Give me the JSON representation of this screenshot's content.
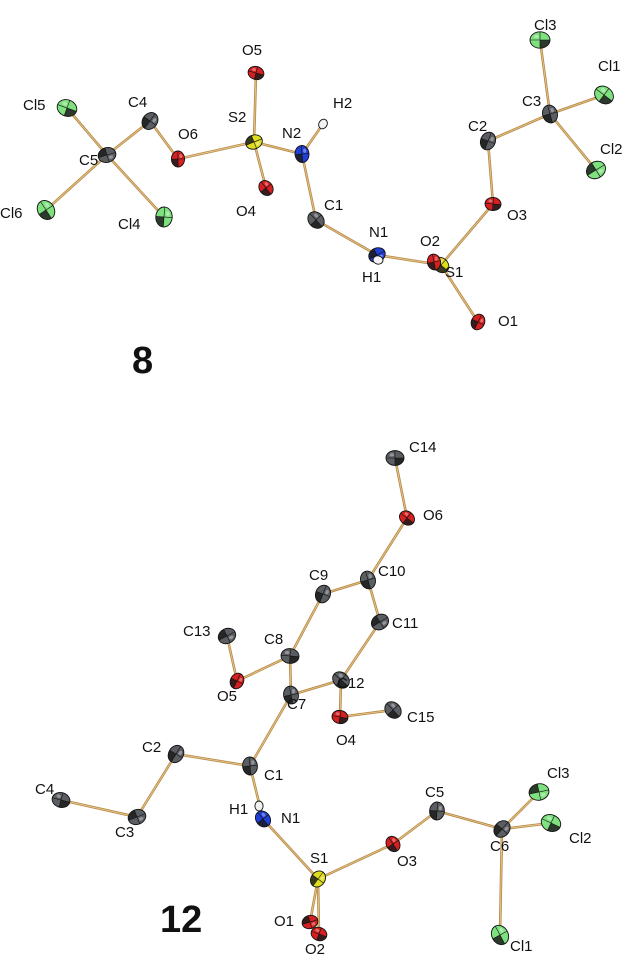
{
  "colors": {
    "bond": "#b78a47",
    "carbon": "#5a5d62",
    "oxygen": "#d42020",
    "nitrogen": "#1f3fd6",
    "sulfur": "#dede1e",
    "chlorine": "#7fe07f",
    "hydrogen": "#f2f2f2",
    "dark_cap": "#1c1c1c"
  },
  "structures": [
    {
      "compound_label": "8",
      "atoms": [
        {
          "id": "Cl3",
          "el": "Cl"
        },
        {
          "id": "Cl1",
          "el": "Cl"
        },
        {
          "id": "C3",
          "el": "C"
        },
        {
          "id": "C2",
          "el": "C"
        },
        {
          "id": "Cl2",
          "el": "Cl"
        },
        {
          "id": "O3",
          "el": "O"
        },
        {
          "id": "S1",
          "el": "S"
        },
        {
          "id": "O2",
          "el": "O"
        },
        {
          "id": "O1",
          "el": "O"
        },
        {
          "id": "N1",
          "el": "N"
        },
        {
          "id": "H1",
          "el": "H"
        },
        {
          "id": "C1",
          "el": "C"
        },
        {
          "id": "N2",
          "el": "N"
        },
        {
          "id": "H2",
          "el": "H"
        },
        {
          "id": "S2",
          "el": "S"
        },
        {
          "id": "O5",
          "el": "O"
        },
        {
          "id": "O4",
          "el": "O"
        },
        {
          "id": "O6",
          "el": "O"
        },
        {
          "id": "C4",
          "el": "C"
        },
        {
          "id": "C5",
          "el": "C"
        },
        {
          "id": "Cl5",
          "el": "Cl"
        },
        {
          "id": "Cl6",
          "el": "Cl"
        },
        {
          "id": "Cl4",
          "el": "Cl"
        }
      ],
      "bonds": [
        [
          "C3",
          "Cl3"
        ],
        [
          "C3",
          "Cl1"
        ],
        [
          "C3",
          "Cl2"
        ],
        [
          "C3",
          "C2"
        ],
        [
          "C2",
          "O3"
        ],
        [
          "O3",
          "S1"
        ],
        [
          "S1",
          "O2"
        ],
        [
          "S1",
          "O1"
        ],
        [
          "S1",
          "N1"
        ],
        [
          "N1",
          "H1"
        ],
        [
          "N1",
          "C1"
        ],
        [
          "C1",
          "N2"
        ],
        [
          "N2",
          "H2"
        ],
        [
          "N2",
          "S2"
        ],
        [
          "S2",
          "O5"
        ],
        [
          "S2",
          "O4"
        ],
        [
          "S2",
          "O6"
        ],
        [
          "O6",
          "C4"
        ],
        [
          "C4",
          "C5"
        ],
        [
          "C5",
          "Cl5"
        ],
        [
          "C5",
          "Cl6"
        ],
        [
          "C5",
          "Cl4"
        ]
      ]
    },
    {
      "compound_label": "12",
      "atoms": [
        {
          "id": "C14",
          "el": "C"
        },
        {
          "id": "O6",
          "el": "O"
        },
        {
          "id": "C10",
          "el": "C"
        },
        {
          "id": "C9",
          "el": "C"
        },
        {
          "id": "C11",
          "el": "C"
        },
        {
          "id": "C8",
          "el": "C"
        },
        {
          "id": "C12",
          "el": "C"
        },
        {
          "id": "C7",
          "el": "C"
        },
        {
          "id": "O5",
          "el": "O"
        },
        {
          "id": "C13",
          "el": "C"
        },
        {
          "id": "O4",
          "el": "O"
        },
        {
          "id": "C15",
          "el": "C"
        },
        {
          "id": "C1",
          "el": "C"
        },
        {
          "id": "C2",
          "el": "C"
        },
        {
          "id": "C3",
          "el": "C"
        },
        {
          "id": "C4",
          "el": "C"
        },
        {
          "id": "N1",
          "el": "N"
        },
        {
          "id": "H1",
          "el": "H"
        },
        {
          "id": "S1",
          "el": "S"
        },
        {
          "id": "O1",
          "el": "O"
        },
        {
          "id": "O2",
          "el": "O"
        },
        {
          "id": "O3",
          "el": "O"
        },
        {
          "id": "C5",
          "el": "C"
        },
        {
          "id": "C6",
          "el": "C"
        },
        {
          "id": "Cl3",
          "el": "Cl"
        },
        {
          "id": "Cl2",
          "el": "Cl"
        },
        {
          "id": "Cl1",
          "el": "Cl"
        }
      ],
      "bonds": [
        [
          "C14",
          "O6"
        ],
        [
          "O6",
          "C10"
        ],
        [
          "C10",
          "C9"
        ],
        [
          "C10",
          "C11"
        ],
        [
          "C9",
          "C8"
        ],
        [
          "C11",
          "C12"
        ],
        [
          "C8",
          "C7"
        ],
        [
          "C12",
          "C7"
        ],
        [
          "C8",
          "O5"
        ],
        [
          "O5",
          "C13"
        ],
        [
          "C12",
          "O4"
        ],
        [
          "O4",
          "C15"
        ],
        [
          "C7",
          "C1"
        ],
        [
          "C1",
          "C2"
        ],
        [
          "C2",
          "C3"
        ],
        [
          "C3",
          "C4"
        ],
        [
          "C1",
          "N1"
        ],
        [
          "N1",
          "H1"
        ],
        [
          "N1",
          "S1"
        ],
        [
          "S1",
          "O1"
        ],
        [
          "S1",
          "O2"
        ],
        [
          "S1",
          "O3"
        ],
        [
          "O3",
          "C5"
        ],
        [
          "C5",
          "C6"
        ],
        [
          "C6",
          "Cl3"
        ],
        [
          "C6",
          "Cl2"
        ],
        [
          "C6",
          "Cl1"
        ]
      ]
    }
  ]
}
